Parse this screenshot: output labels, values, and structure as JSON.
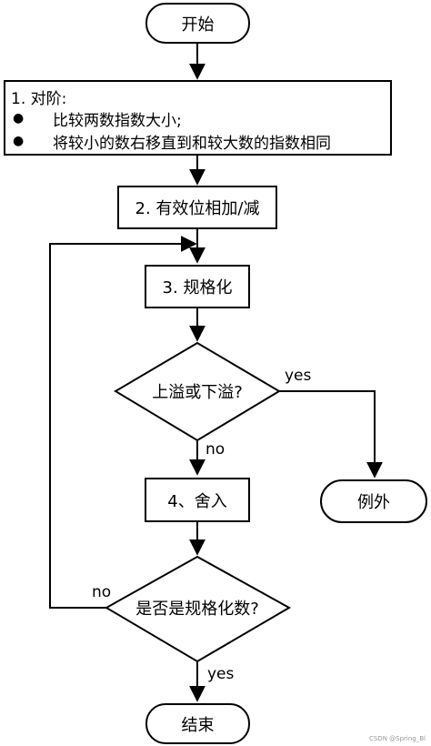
{
  "flowchart": {
    "start": "开始",
    "step1": {
      "title": "1. 对阶:",
      "bullets": [
        "比较两数指数大小;",
        "将较小的数右移直到和较大数的指数相同"
      ]
    },
    "step2": "2. 有效位相加/减",
    "step3": "3. 规格化",
    "decision_overflow": "上溢或下溢?",
    "step4": "4、舍入",
    "exception": "例外",
    "decision_normalized": "是否是规格化数?",
    "end": "结束",
    "labels": {
      "yes_overflow": "yes",
      "no_overflow": "no",
      "no_normalized": "no",
      "yes_normalized": "yes"
    }
  },
  "watermark": "CSDN @Spring_Bl"
}
